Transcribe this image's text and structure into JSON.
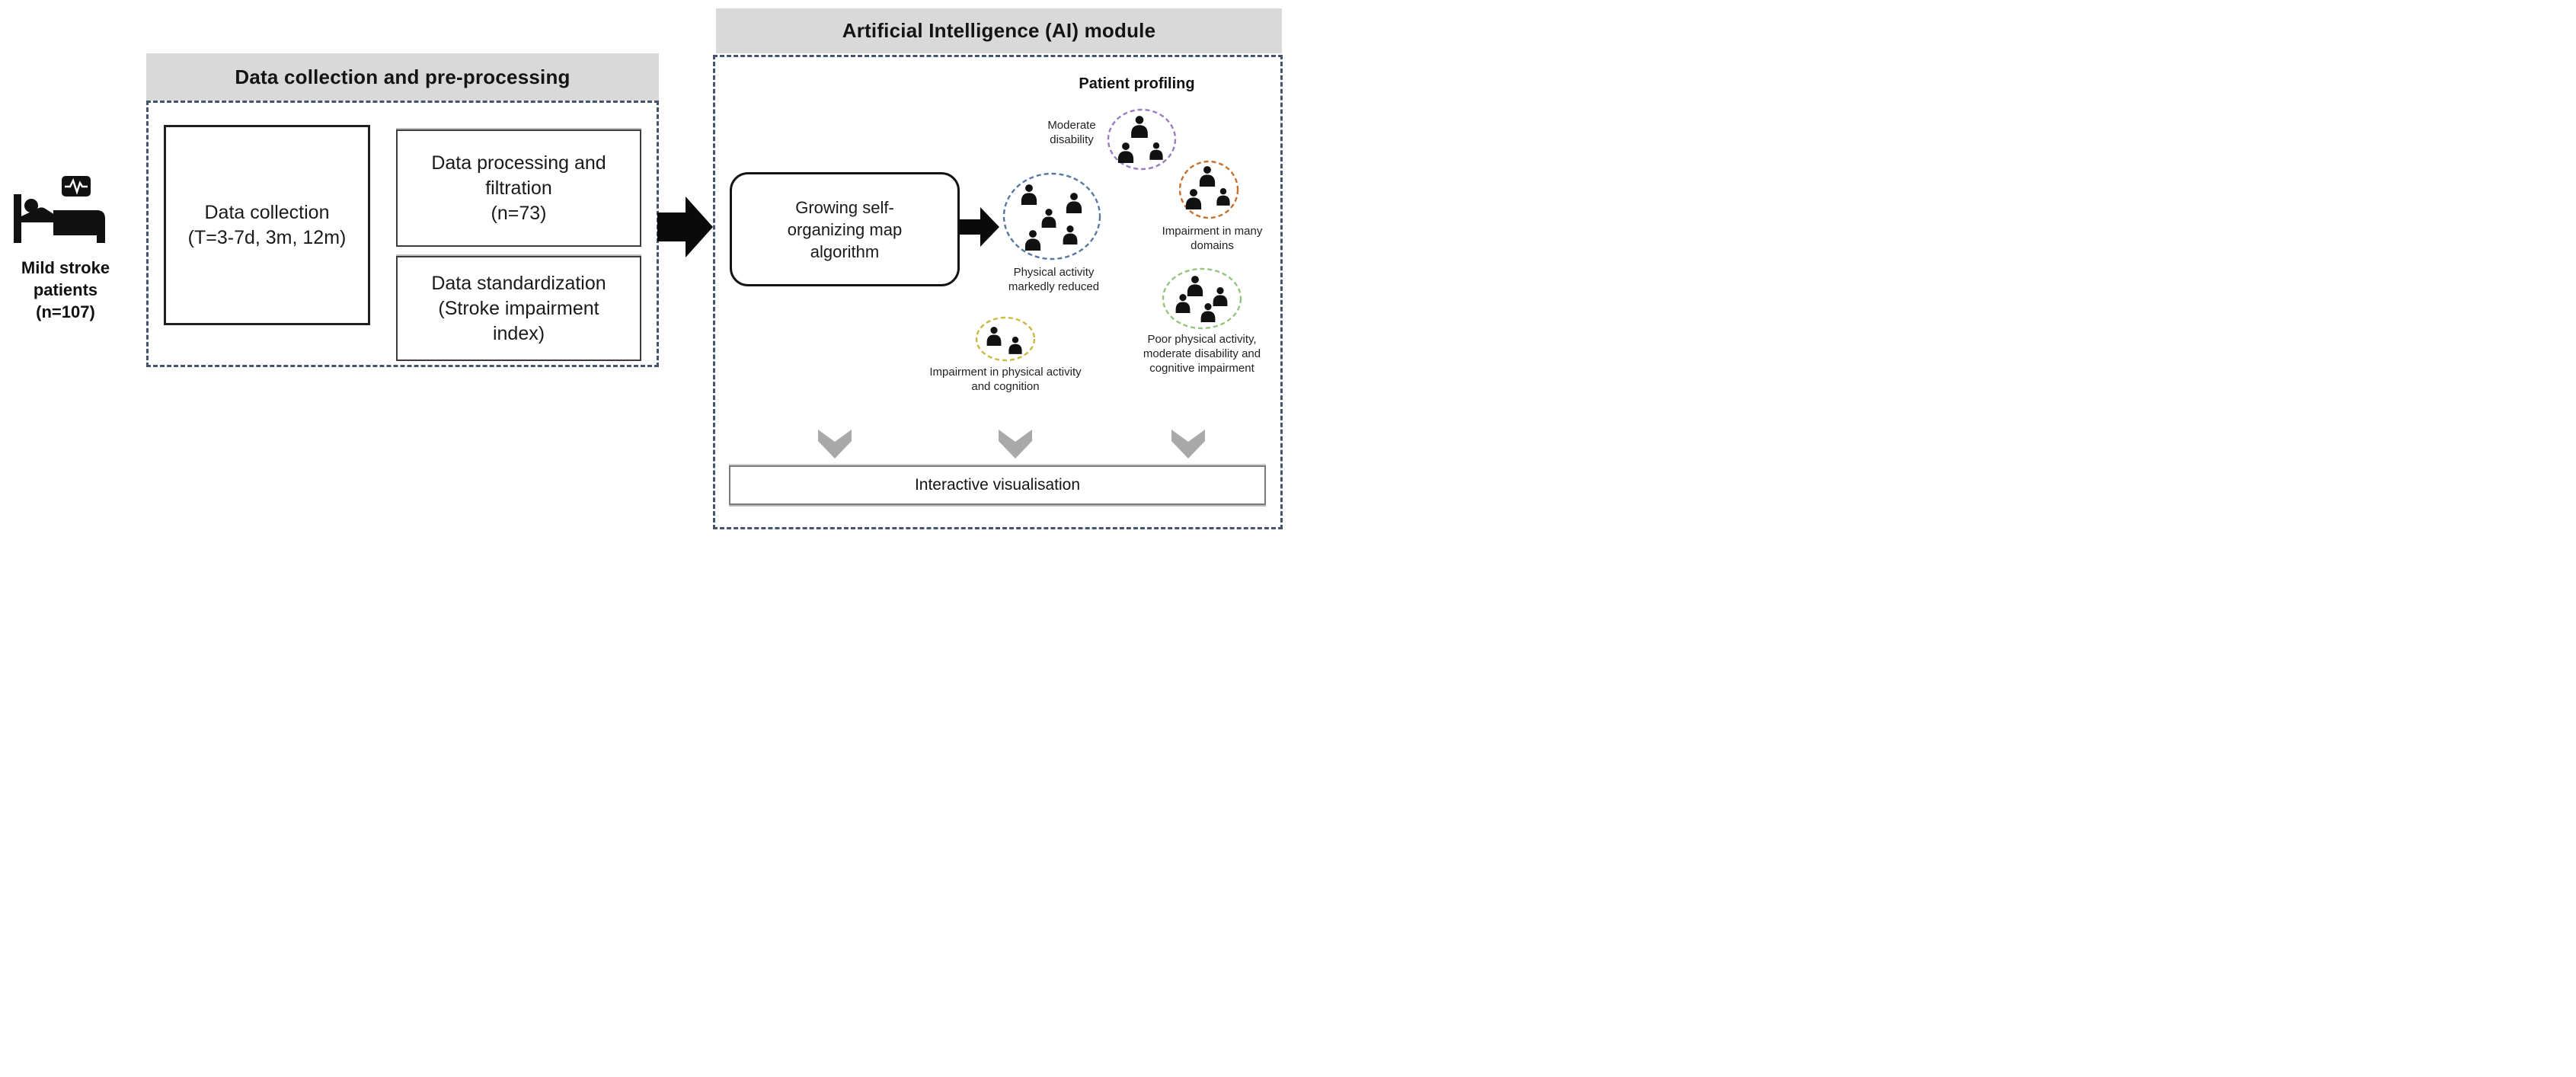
{
  "left_panel": {
    "label_lines": [
      "Mild stroke",
      "patients",
      "(n=107)"
    ],
    "icon": "patient-in-bed-with-monitor-icon"
  },
  "preprocessing": {
    "header": "Data collection and pre-processing",
    "boxes": [
      {
        "lines": [
          "Data collection",
          "(T=3-7d, 3m, 12m)"
        ]
      },
      {
        "lines": [
          "Data processing and",
          "filtration",
          "(n=73)"
        ]
      },
      {
        "lines": [
          "Data standardization",
          "(Stroke impairment",
          "index)"
        ]
      }
    ]
  },
  "ai_module": {
    "header": "Artificial Intelligence (AI) module",
    "gsom_box": {
      "lines": [
        "Growing self-",
        "organizing map",
        "algorithm"
      ]
    },
    "profiling_title": "Patient profiling",
    "clusters": [
      {
        "id": "moderate-disability",
        "color": "#9a7cc0",
        "members": 3,
        "label_lines": [
          "Moderate",
          "disability"
        ]
      },
      {
        "id": "physical-activity-markedly-reduced",
        "color": "#5878a0",
        "members": 5,
        "label_lines": [
          "Physical activity",
          "markedly reduced"
        ]
      },
      {
        "id": "impairment-in-many-domains",
        "color": "#c4702f",
        "members": 3,
        "label_lines": [
          "Impairment in many",
          "domains"
        ]
      },
      {
        "id": "impairment-physical-activity-cognition",
        "color": "#c9b93d",
        "members": 2,
        "label_lines": [
          "Impairment in physical activity",
          "and cognition"
        ]
      },
      {
        "id": "poor-pa-moderate-disability-cognitive",
        "color": "#94c47d",
        "members": 4,
        "label_lines": [
          "Poor physical activity,",
          "moderate disability and",
          "cognitive impairment"
        ]
      }
    ],
    "visualisation_box": {
      "label": "Interactive visualisation"
    }
  },
  "colors": {
    "dash_border": "#44546a",
    "header_bg": "#d9d9d9",
    "chevron": "#a9a9a9",
    "icon_black": "#111111"
  }
}
